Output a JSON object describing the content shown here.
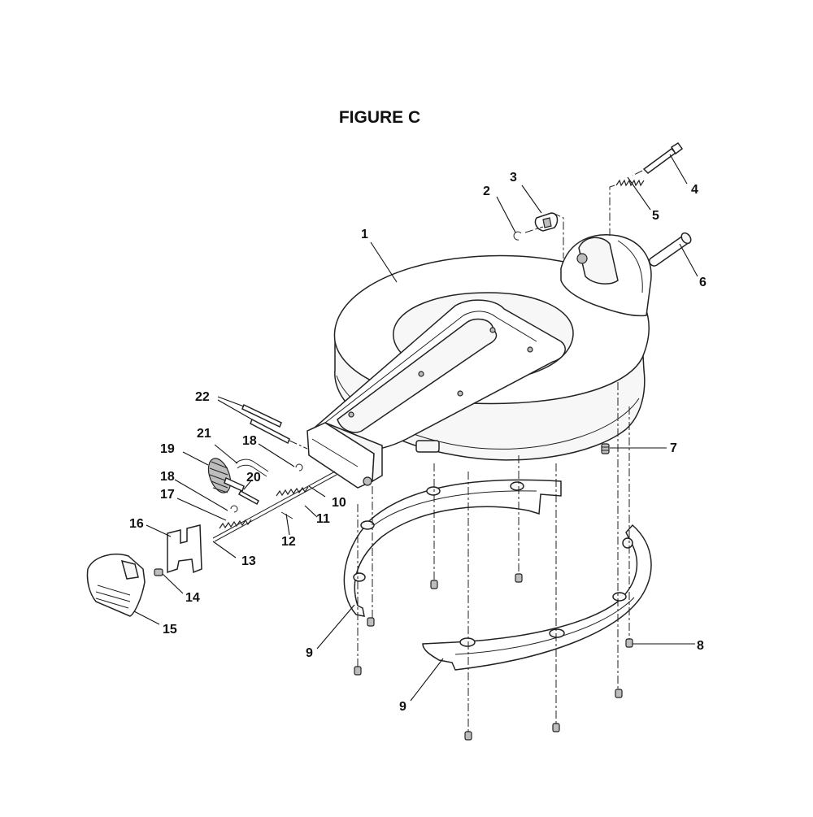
{
  "figure": {
    "title": "FIGURE C"
  },
  "callouts": [
    {
      "id": "c1",
      "label": "1"
    },
    {
      "id": "c2",
      "label": "2"
    },
    {
      "id": "c3",
      "label": "3"
    },
    {
      "id": "c4",
      "label": "4"
    },
    {
      "id": "c5",
      "label": "5"
    },
    {
      "id": "c6",
      "label": "6"
    },
    {
      "id": "c7",
      "label": "7"
    },
    {
      "id": "c8",
      "label": "8"
    },
    {
      "id": "c9a",
      "label": "9"
    },
    {
      "id": "c9b",
      "label": "9"
    },
    {
      "id": "c10",
      "label": "10"
    },
    {
      "id": "c11",
      "label": "11"
    },
    {
      "id": "c12",
      "label": "12"
    },
    {
      "id": "c13",
      "label": "13"
    },
    {
      "id": "c14",
      "label": "14"
    },
    {
      "id": "c15",
      "label": "15"
    },
    {
      "id": "c16",
      "label": "16"
    },
    {
      "id": "c17",
      "label": "17"
    },
    {
      "id": "c18a",
      "label": "18"
    },
    {
      "id": "c18b",
      "label": "18"
    },
    {
      "id": "c19",
      "label": "19"
    },
    {
      "id": "c20",
      "label": "20"
    },
    {
      "id": "c21",
      "label": "21"
    },
    {
      "id": "c22",
      "label": "22"
    }
  ]
}
